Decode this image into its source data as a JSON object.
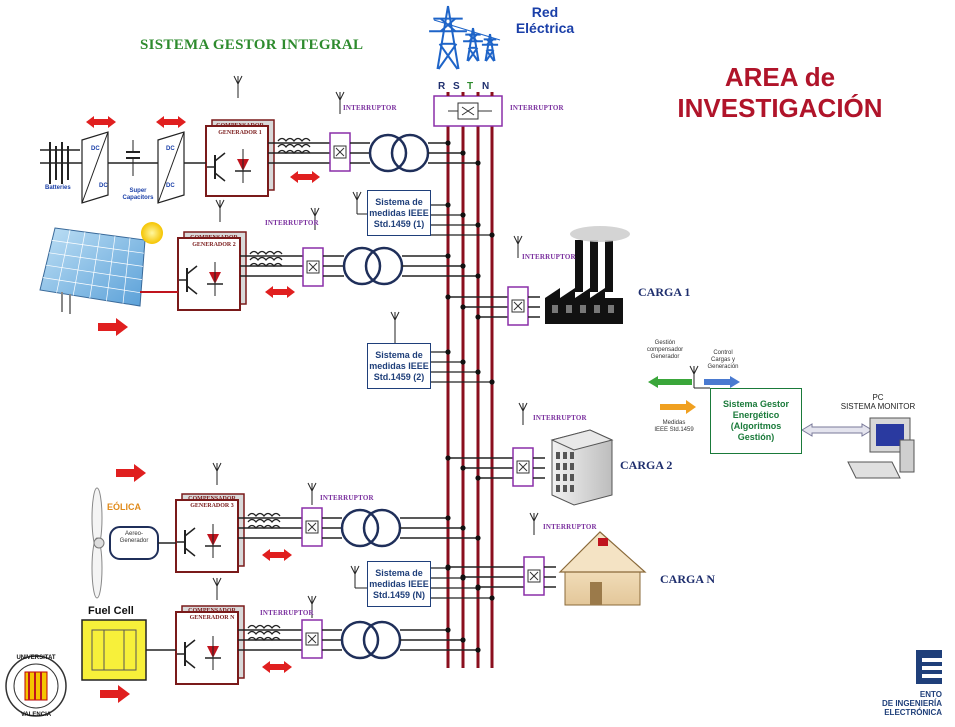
{
  "title": "SISTEMA GESTOR INTEGRAL",
  "area": {
    "line1": "AREA de",
    "line2": "INVESTIGACIÓN"
  },
  "grid": {
    "line1": "Red",
    "line2": "Eléctrica"
  },
  "phases": [
    "R",
    "S",
    "T",
    "N"
  ],
  "interruptor_label": "INTERRUPTOR",
  "generators": [
    {
      "line1": "COMPENSADOR",
      "line2": "GENERADOR 1"
    },
    {
      "line1": "COMPENSADOR",
      "line2": "GENERADOR 2"
    },
    {
      "line1": "COMPENSADOR",
      "line2": "GENERADOR 3"
    },
    {
      "line1": "COMPENSADOR",
      "line2": "GENERADOR N"
    }
  ],
  "medidas": [
    {
      "line1": "Sistema de",
      "line2": "medidas IEEE",
      "line3": "Std.1459 (1)"
    },
    {
      "line1": "Sistema de",
      "line2": "medidas IEEE",
      "line3": "Std.1459 (2)"
    },
    {
      "line1": "Sistema de",
      "line2": "medidas IEEE",
      "line3": "Std.1459 (N)"
    }
  ],
  "cargas": [
    "CARGA 1",
    "CARGA 2",
    "CARGA N"
  ],
  "storage": {
    "batteries": "Batteries",
    "supercaps_line1": "Super",
    "supercaps_line2": "Capacitors",
    "dc": "DC"
  },
  "eolica": {
    "label": "EÓLICA",
    "gen_line1": "Aereo-",
    "gen_line2": "Generador"
  },
  "fuelcell": "Fuel Cell",
  "gestor": {
    "line1": "Sistema Gestor",
    "line2": "Energético",
    "line3": "(Algoritmos",
    "line4": "Gestión)",
    "gestion_line1": "Gestión",
    "gestion_line2": "compensador",
    "gestion_line3": "Generador",
    "control_line1": "Control",
    "control_line2": "Cargas y",
    "control_line3": "Generación",
    "medidas_line1": "Medidas",
    "medidas_line2": "IEEE Std.1459"
  },
  "pc": {
    "line1": "PC",
    "line2": "SISTEMA MONITOR"
  },
  "logo_right": {
    "line1": "ENTO",
    "line2": "DE INGENIERÍA",
    "line3": "ELECTRÓNICA"
  },
  "logo_left": {
    "top": "UNIVERSITAT",
    "bottom": "VALENCIA"
  },
  "colors": {
    "bus": "#8b0f1e",
    "wire": "#1f2f5a",
    "compensator": "#7a1a1a",
    "arrow_red": "#e01f1f",
    "arrow_green": "#3aa63a",
    "arrow_blue": "#4a7ad0",
    "arrow_orange": "#f0a020"
  }
}
